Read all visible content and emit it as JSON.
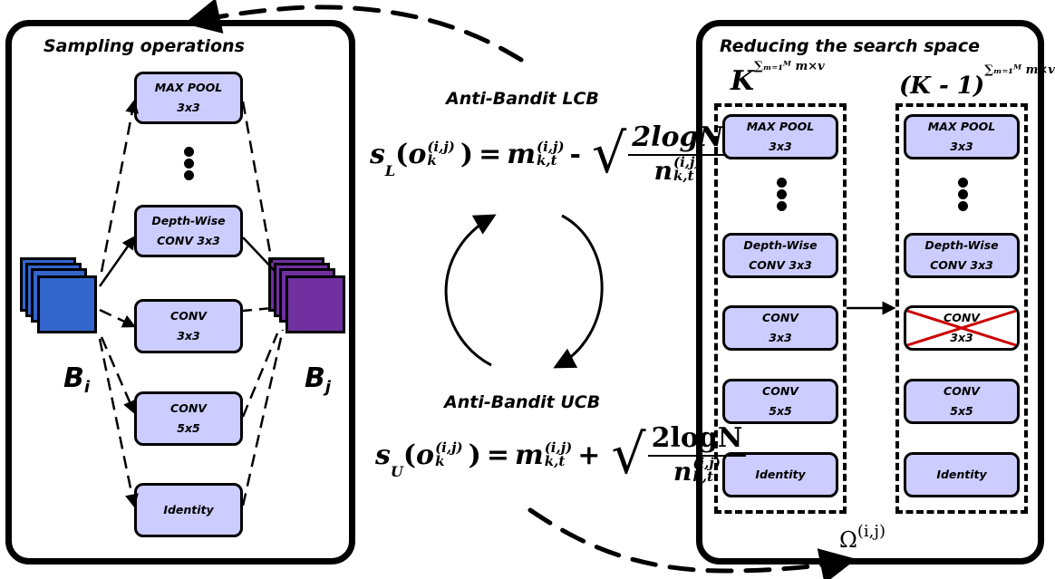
{
  "left_panel": {
    "title": "Sampling operations",
    "operations": [
      {
        "line1": "MAX POOL",
        "line2": "3x3"
      },
      {
        "line1": "Depth-Wise",
        "line2": "CONV 3x3"
      },
      {
        "line1": "CONV",
        "line2": "3x3"
      },
      {
        "line1": "CONV",
        "line2": "5x5"
      },
      {
        "line1": "Identity",
        "line2": ""
      }
    ],
    "input_block": {
      "label": "B",
      "subscript": "i",
      "color": "#3366cc"
    },
    "output_block": {
      "label": "B",
      "subscript": "j",
      "color": "#7030a0"
    }
  },
  "center": {
    "lcb": {
      "title": "Anti-Bandit LCB",
      "lhs_symbol": "s",
      "lhs_subscript": "L",
      "arg": "o",
      "arg_sup": "(i,j)",
      "arg_sub": "k",
      "mean": "m",
      "mean_sup": "(i,j)",
      "mean_sub": "k,t",
      "sign": "-",
      "numerator": "2logN",
      "denominator": "n",
      "den_sup": "(i,j)",
      "den_sub": "k,t"
    },
    "ucb": {
      "title": "Anti-Bandit UCB",
      "lhs_symbol": "s",
      "lhs_subscript": "U",
      "arg": "o",
      "arg_sup": "(i,j)",
      "arg_sub": "k",
      "mean": "m",
      "mean_sup": "(i,j)",
      "mean_sub": "k,t",
      "sign": "+",
      "numerator": "2logN",
      "denominator": "n",
      "den_sup": "(i,j)",
      "den_sub": "k,t"
    }
  },
  "right_panel": {
    "title": "Reducing the search space",
    "before": {
      "complexity_base": "K",
      "complexity_exp": "∑ₘ₌₁ᴹ m×v",
      "operations": [
        {
          "line1": "MAX POOL",
          "line2": "3x3",
          "removed": false
        },
        {
          "line1": "Depth-Wise",
          "line2": "CONV 3x3",
          "removed": false
        },
        {
          "line1": "CONV",
          "line2": "3x3",
          "removed": false
        },
        {
          "line1": "CONV",
          "line2": "5x5",
          "removed": false
        },
        {
          "line1": "Identity",
          "line2": "",
          "removed": false
        }
      ]
    },
    "after": {
      "complexity_base": "(K - 1)",
      "complexity_exp": "∑ₘ₌₁ᴹ m×v",
      "operations": [
        {
          "line1": "MAX POOL",
          "line2": "3x3",
          "removed": false
        },
        {
          "line1": "Depth-Wise",
          "line2": "CONV 3x3",
          "removed": false
        },
        {
          "line1": "CONV",
          "line2": "3x3",
          "removed": true
        },
        {
          "line1": "CONV",
          "line2": "5x5",
          "removed": false
        },
        {
          "line1": "Identity",
          "line2": "",
          "removed": false
        }
      ]
    },
    "space_label": "Ω",
    "space_sup": "(i,j)",
    "removed_mark_color": "#cc0000"
  },
  "colors": {
    "op_fill": "#ccccff",
    "border": "#000000"
  }
}
